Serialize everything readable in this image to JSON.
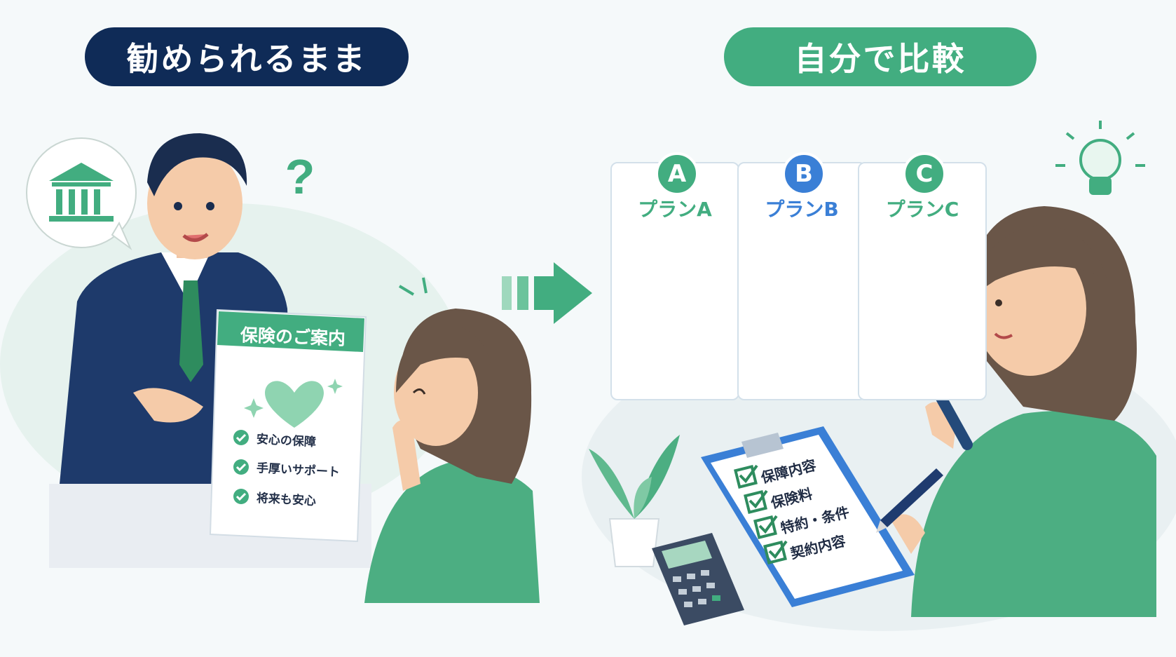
{
  "headers": {
    "left": "勧められるまま",
    "right": "自分で比較"
  },
  "flyer": {
    "title": "保険のご案内",
    "items": [
      "安心の保障",
      "手厚いサポート",
      "将来も安心"
    ]
  },
  "plans": [
    {
      "letter": "A",
      "title": "プランA",
      "color": "#42ad80"
    },
    {
      "letter": "B",
      "title": "プランB",
      "color": "#3a7fd6"
    },
    {
      "letter": "C",
      "title": "プランC",
      "color": "#42ad80"
    }
  ],
  "clipboard": {
    "items": [
      "保障内容",
      "保険料",
      "特約・条件",
      "契約内容"
    ]
  },
  "colors": {
    "navy": "#0f2b57",
    "green": "#42ad80",
    "blue": "#3a7fd6",
    "background": "#f5f9fa"
  },
  "icons": [
    "bank-icon",
    "question-mark-icon",
    "heart-icon",
    "arrow-right-icon",
    "shield-check-icon",
    "magnifying-glass-icon",
    "lightbulb-icon",
    "calculator-icon",
    "plant-icon",
    "pen-icon"
  ]
}
